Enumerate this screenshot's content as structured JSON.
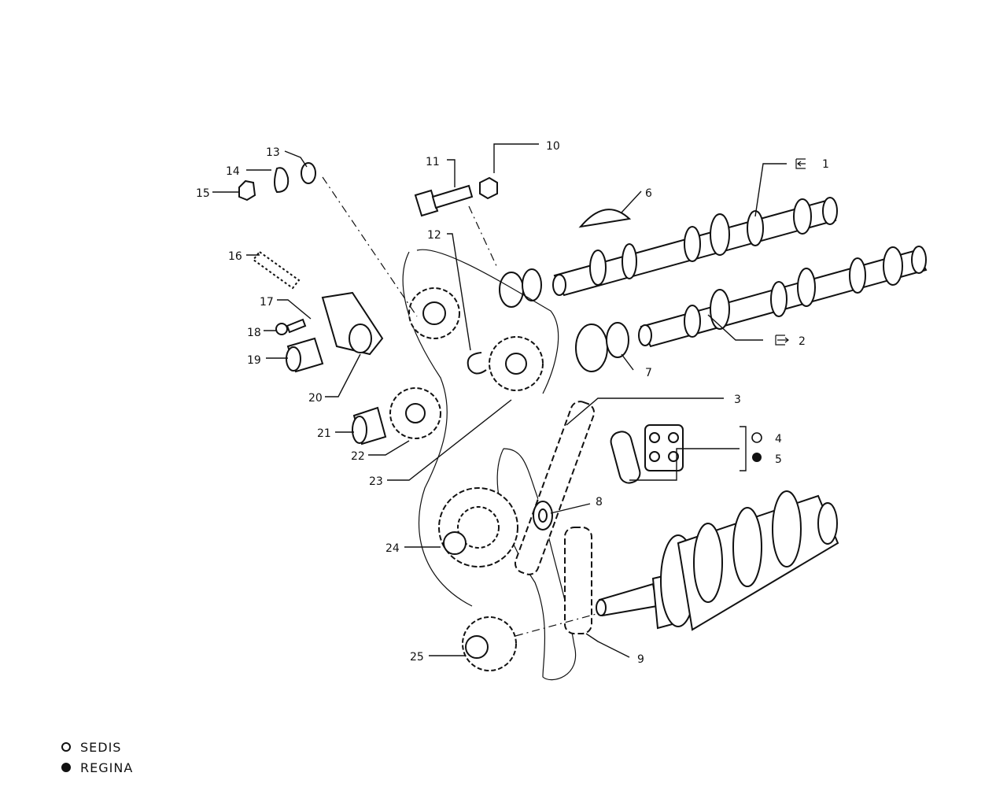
{
  "parts": {
    "p1": "1",
    "p2": "2",
    "p3": "3",
    "p4": "4",
    "p5": "5",
    "p6": "6",
    "p7": "7",
    "p8": "8",
    "p9": "9",
    "p10": "10",
    "p11": "11",
    "p12": "12",
    "p13": "13",
    "p14": "14",
    "p15": "15",
    "p16": "16",
    "p17": "17",
    "p18": "18",
    "p19": "19",
    "p20": "20",
    "p21": "21",
    "p22": "22",
    "p23": "23",
    "p24": "24",
    "p25": "25"
  },
  "legend": {
    "open_label": "SEDIS",
    "filled_label": "REGINA"
  }
}
